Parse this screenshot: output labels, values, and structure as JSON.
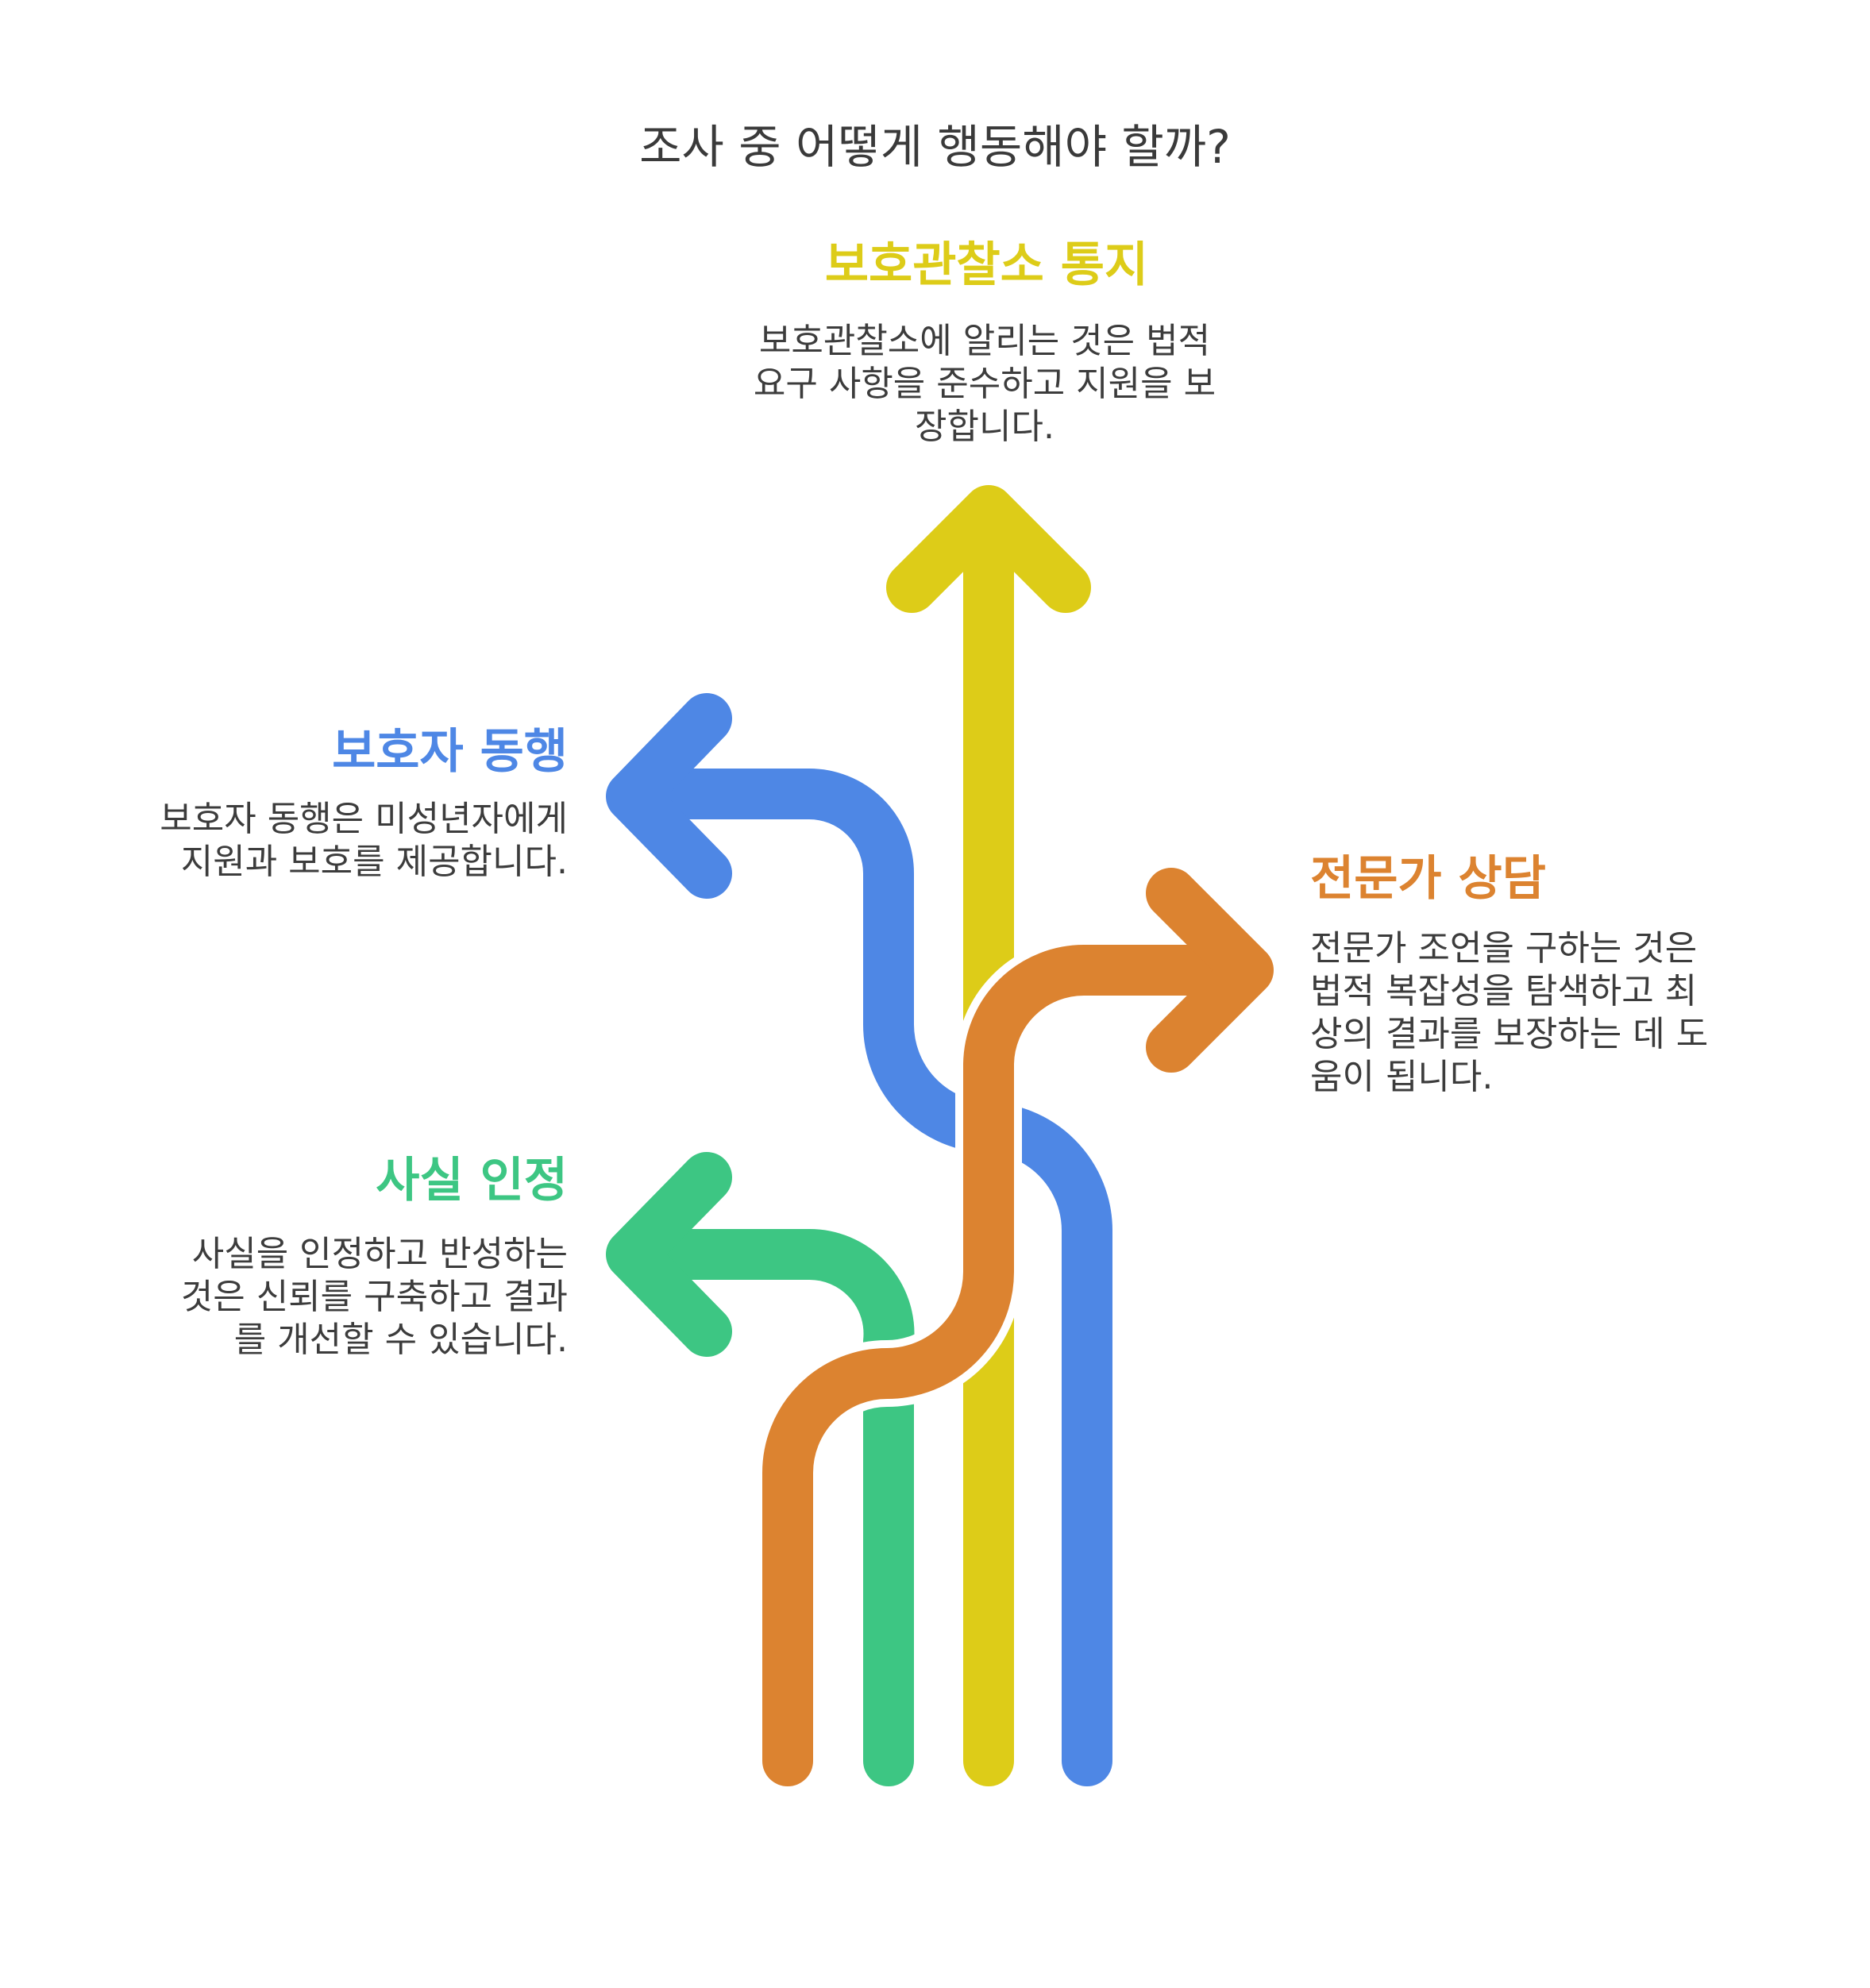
{
  "title": "조사 중 어떻게 행동해야 할까?",
  "colors": {
    "yellow": "#DDCC18",
    "blue": "#4E87E5",
    "orange": "#DC8330",
    "green": "#3DC683",
    "text": "#3c3c3c"
  },
  "options": {
    "probation": {
      "title": "보호관찰소 통지",
      "lines": [
        "보호관찰소에 알리는 것은 법적",
        "요구 사항을 준수하고 지원을 보",
        "장합니다."
      ]
    },
    "guardian": {
      "title": "보호자 동행",
      "lines": [
        "보호자 동행은 미성년자에게",
        "지원과 보호를 제공합니다."
      ]
    },
    "expert": {
      "title": "전문가 상담",
      "lines": [
        "전문가 조언을 구하는 것은",
        "법적 복잡성을 탐색하고 최",
        "상의 결과를 보장하는 데 도",
        "움이 됩니다."
      ]
    },
    "admit": {
      "title": "사실 인정",
      "lines": [
        "사실을 인정하고 반성하는",
        "것은 신뢰를 구축하고 결과",
        "를 개선할 수 있습니다."
      ]
    }
  }
}
